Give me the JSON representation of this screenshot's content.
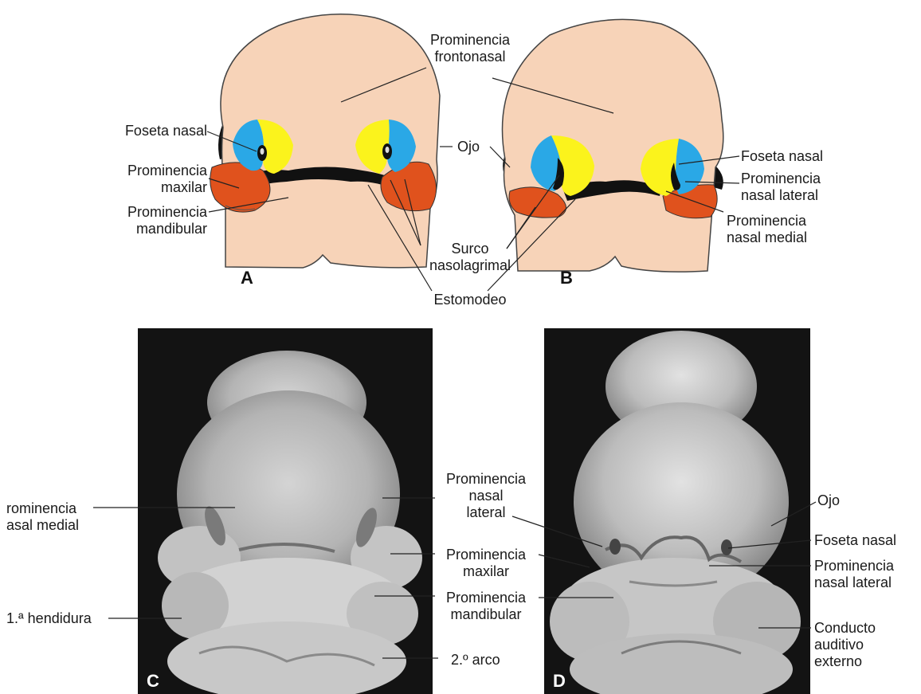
{
  "figure": {
    "panels": {
      "A": "A",
      "B": "B",
      "C": "C",
      "D": "D"
    },
    "labels": {
      "frontonasal": "Prominencia\nfrontonasal",
      "a_foseta": "Foseta nasal",
      "a_maxilar": "Prominencia\nmaxilar",
      "a_mandibular": "Prominencia\nmandibular",
      "ojo_top": "Ojo",
      "b_foseta": "Foseta nasal",
      "b_nasal_lateral": "Prominencia\nnasal lateral",
      "b_nasal_medial": "Prominencia\nnasal medial",
      "surco": "Surco\nnasolagrimal",
      "estomodeo": "Estomodeo",
      "c_nasal_medial": "rominencia\nasal medial",
      "c_hendidura": "1.ª hendidura",
      "mid_nasal_lateral": "Prominencia\nnasal\nlateral",
      "mid_maxilar": "Prominencia\nmaxilar",
      "mid_mandibular": "Prominencia\nmandibular",
      "arco": "2.º arco",
      "d_ojo": "Ojo",
      "d_foseta": "Foseta nasal",
      "d_nasal_lateral": "Prominencia\nnasal lateral",
      "d_conducto": "Conducto\nauditivo\nexterno"
    }
  },
  "colors": {
    "skin": "#f7d3b8",
    "blue": "#2aa8e6",
    "yellow": "#fbf31c",
    "orange": "#e0521d",
    "photo_bg": "#131313"
  }
}
